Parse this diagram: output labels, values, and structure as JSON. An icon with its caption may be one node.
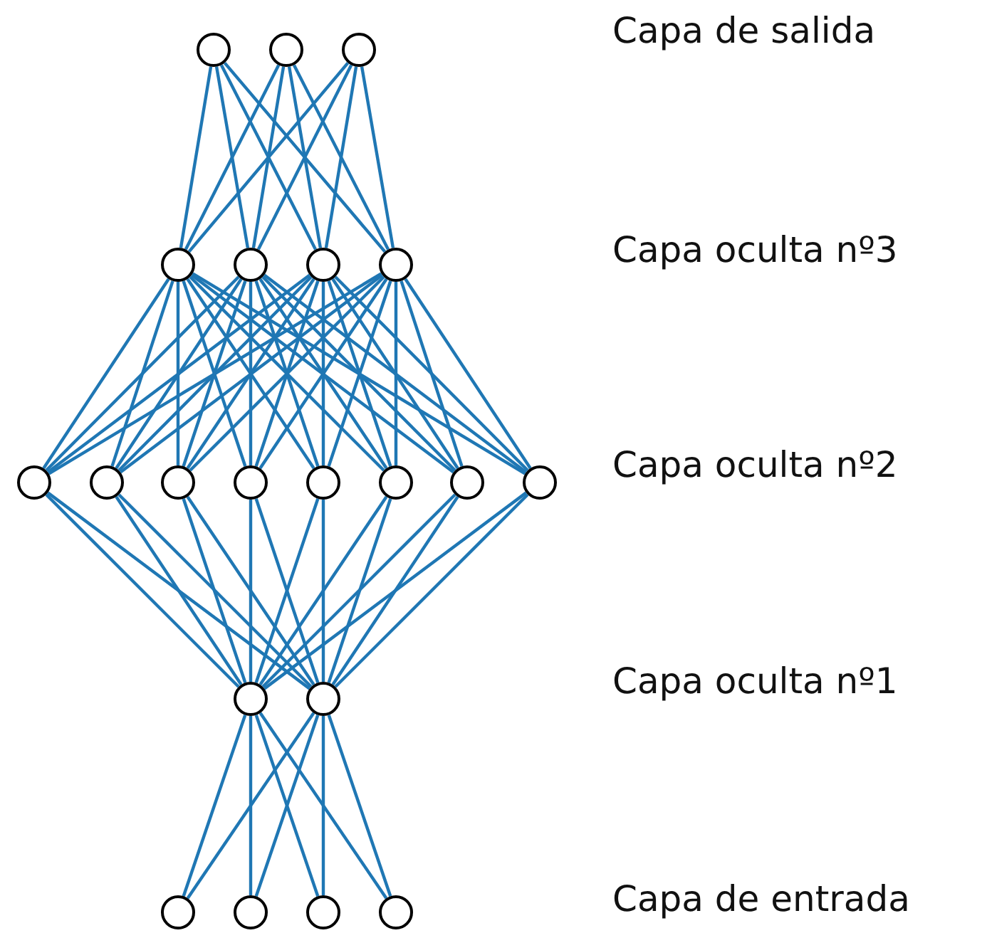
{
  "diagram": {
    "nodes": [
      {
        "text": [],
        "shape": "circle"
      },
      {
        "text": [],
        "shape": "circle"
      },
      {
        "text": [],
        "shape": "circle"
      },
      {
        "text": [],
        "shape": "circle"
      },
      {
        "text": [],
        "shape": "circle"
      },
      {
        "text": [],
        "shape": "circle"
      },
      {
        "text": [],
        "shape": "circle"
      },
      {
        "text": [],
        "shape": "circle"
      },
      {
        "text": [],
        "shape": "circle"
      },
      {
        "text": [],
        "shape": "circle"
      },
      {
        "text": [],
        "shape": "circle"
      },
      {
        "text": [],
        "shape": "circle"
      },
      {
        "text": [],
        "shape": "circle"
      },
      {
        "text": [],
        "shape": "circle"
      },
      {
        "text": [],
        "shape": "circle"
      },
      {
        "text": [],
        "shape": "circle"
      },
      {
        "text": [],
        "shape": "circle"
      },
      {
        "text": [],
        "shape": "circle"
      },
      {
        "text": [],
        "shape": "circle"
      },
      {
        "text": [],
        "shape": "circle"
      },
      {
        "text": [],
        "shape": "circle"
      }
    ],
    "edges": [
      {
        "from": 17,
        "to": 15,
        "arrow": "none"
      },
      {
        "from": 17,
        "to": 16,
        "arrow": "none"
      },
      {
        "from": 18,
        "to": 15,
        "arrow": "none"
      },
      {
        "from": 18,
        "to": 16,
        "arrow": "none"
      },
      {
        "from": 19,
        "to": 15,
        "arrow": "none"
      },
      {
        "from": 19,
        "to": 16,
        "arrow": "none"
      },
      {
        "from": 20,
        "to": 15,
        "arrow": "none"
      },
      {
        "from": 20,
        "to": 16,
        "arrow": "none"
      },
      {
        "from": 15,
        "to": 7,
        "arrow": "none"
      },
      {
        "from": 15,
        "to": 8,
        "arrow": "none"
      },
      {
        "from": 15,
        "to": 9,
        "arrow": "none"
      },
      {
        "from": 15,
        "to": 10,
        "arrow": "none"
      },
      {
        "from": 15,
        "to": 11,
        "arrow": "none"
      },
      {
        "from": 15,
        "to": 12,
        "arrow": "none"
      },
      {
        "from": 15,
        "to": 13,
        "arrow": "none"
      },
      {
        "from": 15,
        "to": 14,
        "arrow": "none"
      },
      {
        "from": 16,
        "to": 7,
        "arrow": "none"
      },
      {
        "from": 16,
        "to": 8,
        "arrow": "none"
      },
      {
        "from": 16,
        "to": 9,
        "arrow": "none"
      },
      {
        "from": 16,
        "to": 10,
        "arrow": "none"
      },
      {
        "from": 16,
        "to": 11,
        "arrow": "none"
      },
      {
        "from": 16,
        "to": 12,
        "arrow": "none"
      },
      {
        "from": 16,
        "to": 13,
        "arrow": "none"
      },
      {
        "from": 16,
        "to": 14,
        "arrow": "none"
      },
      {
        "from": 7,
        "to": 3,
        "arrow": "none"
      },
      {
        "from": 7,
        "to": 4,
        "arrow": "none"
      },
      {
        "from": 7,
        "to": 5,
        "arrow": "none"
      },
      {
        "from": 7,
        "to": 6,
        "arrow": "none"
      },
      {
        "from": 8,
        "to": 3,
        "arrow": "none"
      },
      {
        "from": 8,
        "to": 4,
        "arrow": "none"
      },
      {
        "from": 8,
        "to": 5,
        "arrow": "none"
      },
      {
        "from": 8,
        "to": 6,
        "arrow": "none"
      },
      {
        "from": 9,
        "to": 3,
        "arrow": "none"
      },
      {
        "from": 9,
        "to": 4,
        "arrow": "none"
      },
      {
        "from": 9,
        "to": 5,
        "arrow": "none"
      },
      {
        "from": 9,
        "to": 6,
        "arrow": "none"
      },
      {
        "from": 10,
        "to": 3,
        "arrow": "none"
      },
      {
        "from": 10,
        "to": 4,
        "arrow": "none"
      },
      {
        "from": 10,
        "to": 5,
        "arrow": "none"
      },
      {
        "from": 10,
        "to": 6,
        "arrow": "none"
      },
      {
        "from": 11,
        "to": 3,
        "arrow": "none"
      },
      {
        "from": 11,
        "to": 4,
        "arrow": "none"
      },
      {
        "from": 11,
        "to": 5,
        "arrow": "none"
      },
      {
        "from": 11,
        "to": 6,
        "arrow": "none"
      },
      {
        "from": 12,
        "to": 3,
        "arrow": "none"
      },
      {
        "from": 12,
        "to": 4,
        "arrow": "none"
      },
      {
        "from": 12,
        "to": 5,
        "arrow": "none"
      },
      {
        "from": 12,
        "to": 6,
        "arrow": "none"
      },
      {
        "from": 13,
        "to": 3,
        "arrow": "none"
      },
      {
        "from": 13,
        "to": 4,
        "arrow": "none"
      },
      {
        "from": 13,
        "to": 5,
        "arrow": "none"
      },
      {
        "from": 13,
        "to": 6,
        "arrow": "none"
      },
      {
        "from": 14,
        "to": 3,
        "arrow": "none"
      },
      {
        "from": 14,
        "to": 4,
        "arrow": "none"
      },
      {
        "from": 14,
        "to": 5,
        "arrow": "none"
      },
      {
        "from": 14,
        "to": 6,
        "arrow": "none"
      },
      {
        "from": 3,
        "to": 0,
        "arrow": "none"
      },
      {
        "from": 3,
        "to": 1,
        "arrow": "none"
      },
      {
        "from": 3,
        "to": 2,
        "arrow": "none"
      },
      {
        "from": 4,
        "to": 0,
        "arrow": "none"
      },
      {
        "from": 4,
        "to": 1,
        "arrow": "none"
      },
      {
        "from": 4,
        "to": 2,
        "arrow": "none"
      },
      {
        "from": 5,
        "to": 0,
        "arrow": "none"
      },
      {
        "from": 5,
        "to": 1,
        "arrow": "none"
      },
      {
        "from": 5,
        "to": 2,
        "arrow": "none"
      },
      {
        "from": 6,
        "to": 0,
        "arrow": "none"
      },
      {
        "from": 6,
        "to": 1,
        "arrow": "none"
      },
      {
        "from": 6,
        "to": 2,
        "arrow": "none"
      }
    ],
    "labels": [
      "Capa de salida",
      "Capa oculta nº3",
      "Capa oculta nº2",
      "Capa oculta nº1",
      "Capa de entrada"
    ]
  }
}
